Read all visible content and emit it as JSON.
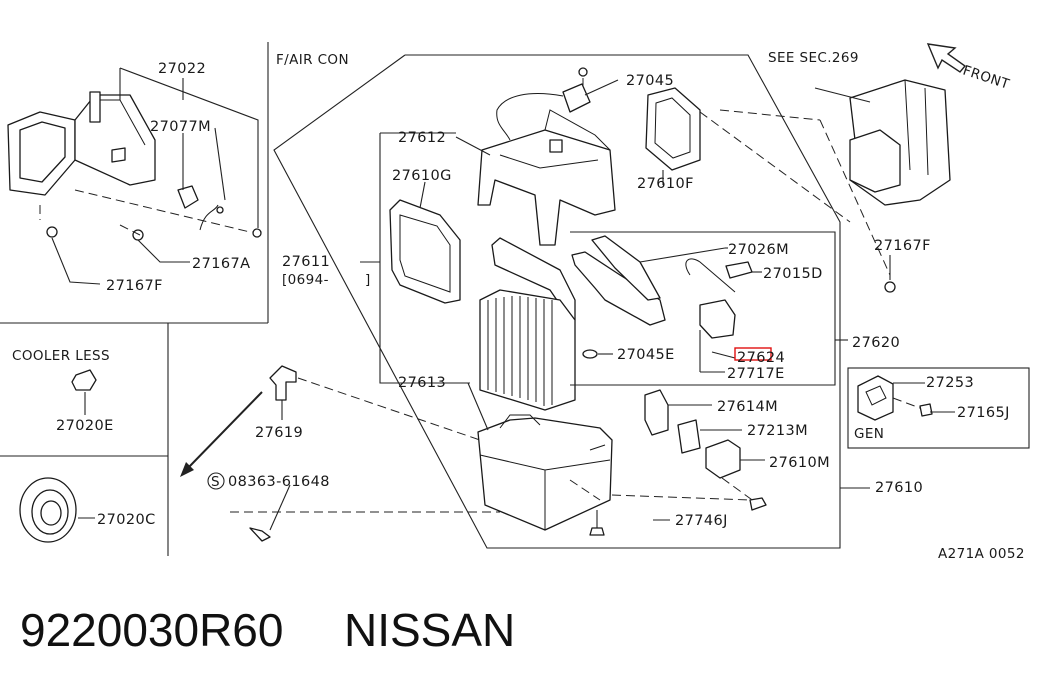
{
  "section": {
    "header": "F/AIR CON",
    "see_section": "SEE SEC.269",
    "front": "FRONT",
    "figure_code": "A271A 0052",
    "highlight_color": "#e01010"
  },
  "footer": {
    "part_number": "9220030R60",
    "brand": "NISSAN"
  },
  "insets": {
    "cooler_less": "COOLER LESS",
    "gen": "GEN"
  },
  "callouts": {
    "c27022": "27022",
    "c27077m": "27077M",
    "c27167a": "27167A",
    "c27167f_left": "27167F",
    "c27020e": "27020E",
    "c27020c": "27020C",
    "c27612": "27612",
    "c27610g": "27610G",
    "c27611": "27611",
    "c27611_range_open": "[0694-",
    "c27611_range_close": "]",
    "c27613": "27613",
    "c27619": "27619",
    "c08363": "08363-61648",
    "c08363_symbol": "S",
    "c27045": "27045",
    "c27610f": "27610F",
    "c27026m": "27026M",
    "c27015d": "27015D",
    "c27167f_right": "27167F",
    "c27620": "27620",
    "c27624": "27624",
    "c27045e": "27045E",
    "c27717e": "27717E",
    "c27614m": "27614M",
    "c27213m": "27213M",
    "c27610m": "27610M",
    "c27610": "27610",
    "c27746j": "27746J",
    "c27253": "27253",
    "c27165j": "27165J"
  }
}
